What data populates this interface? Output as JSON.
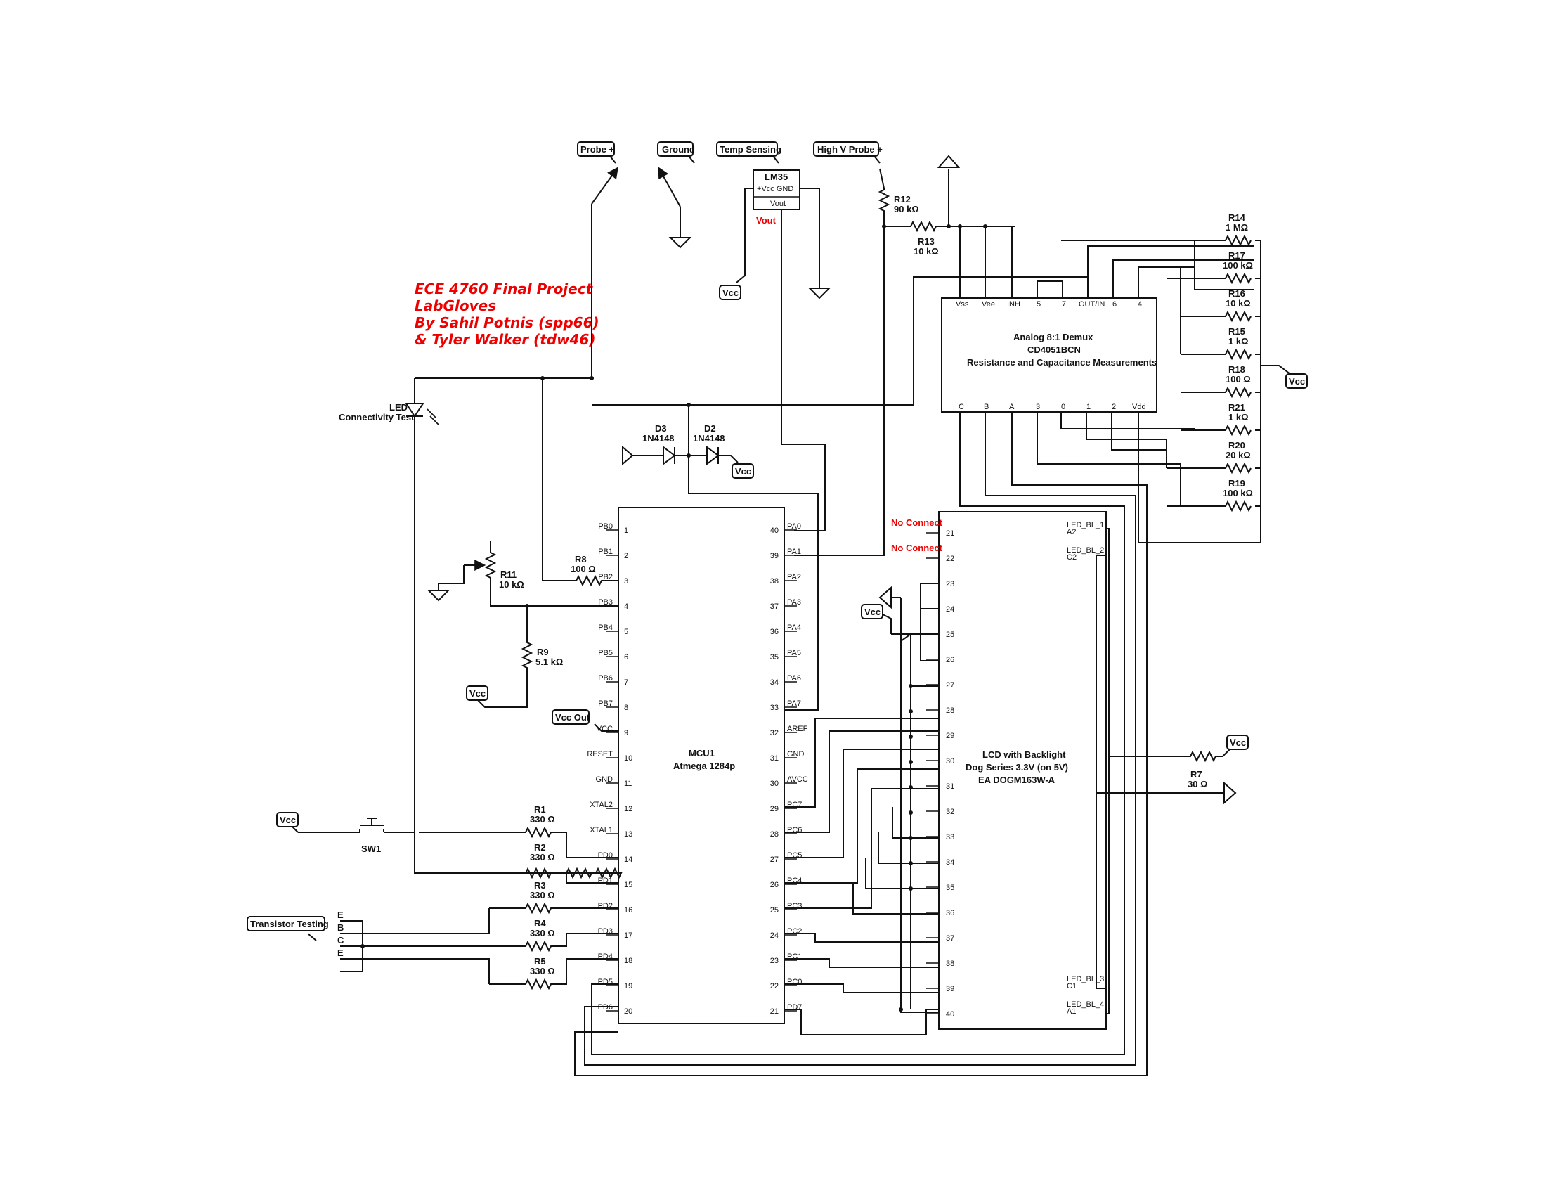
{
  "title": {
    "lines": [
      "ECE 4760 Final Project",
      "LabGloves",
      "By Sahil Potnis (spp66)",
      "& Tyler Walker (tdw46)"
    ]
  },
  "tags": {
    "probe_plus": "Probe +",
    "ground": "Ground",
    "temp_sensing": "Temp Sensing",
    "high_v_probe": "High V Probe +",
    "vcc": "Vcc",
    "vcc_out": "Vcc Out",
    "transistor_testing": "Transistor Testing"
  },
  "lm35": {
    "name": "LM35",
    "pins": "+Vcc  GND",
    "vout": "Vout",
    "vout_label": "Vout"
  },
  "mcu": {
    "name": "MCU1",
    "part": "Atmega 1284p",
    "left_pins": [
      {
        "name": "PB0",
        "num": "1"
      },
      {
        "name": "PB1",
        "num": "2"
      },
      {
        "name": "PB2",
        "num": "3"
      },
      {
        "name": "PB3",
        "num": "4"
      },
      {
        "name": "PB4",
        "num": "5"
      },
      {
        "name": "PB5",
        "num": "6"
      },
      {
        "name": "PB6",
        "num": "7"
      },
      {
        "name": "PB7",
        "num": "8"
      },
      {
        "name": "VCC",
        "num": "9"
      },
      {
        "name": "RESET",
        "num": "10"
      },
      {
        "name": "GND",
        "num": "11"
      },
      {
        "name": "XTAL2",
        "num": "12"
      },
      {
        "name": "XTAL1",
        "num": "13"
      },
      {
        "name": "PD0",
        "num": "14"
      },
      {
        "name": "PD1",
        "num": "15"
      },
      {
        "name": "PD2",
        "num": "16"
      },
      {
        "name": "PD3",
        "num": "17"
      },
      {
        "name": "PD4",
        "num": "18"
      },
      {
        "name": "PD5",
        "num": "19"
      },
      {
        "name": "PD6",
        "num": "20"
      }
    ],
    "right_pins": [
      {
        "name": "PA0",
        "num": "40"
      },
      {
        "name": "PA1",
        "num": "39"
      },
      {
        "name": "PA2",
        "num": "38"
      },
      {
        "name": "PA3",
        "num": "37"
      },
      {
        "name": "PA4",
        "num": "36"
      },
      {
        "name": "PA5",
        "num": "35"
      },
      {
        "name": "PA6",
        "num": "34"
      },
      {
        "name": "PA7",
        "num": "33"
      },
      {
        "name": "AREF",
        "num": "32"
      },
      {
        "name": "GND",
        "num": "31"
      },
      {
        "name": "AVCC",
        "num": "30"
      },
      {
        "name": "PC7",
        "num": "29"
      },
      {
        "name": "PC6",
        "num": "28"
      },
      {
        "name": "PC5",
        "num": "27"
      },
      {
        "name": "PC4",
        "num": "26"
      },
      {
        "name": "PC3",
        "num": "25"
      },
      {
        "name": "PC2",
        "num": "24"
      },
      {
        "name": "PC1",
        "num": "23"
      },
      {
        "name": "PC0",
        "num": "22"
      },
      {
        "name": "PD7",
        "num": "21"
      }
    ]
  },
  "demux": {
    "title": "Analog 8:1 Demux",
    "part": "CD4051BCN",
    "desc": "Resistance and Capacitance Measurements",
    "top_pins": [
      "Vss",
      "Vee",
      "INH",
      "5",
      "7",
      "OUT/IN",
      "6",
      "4"
    ],
    "bottom_pins": [
      "C",
      "B",
      "A",
      "3",
      "0",
      "1",
      "2",
      "Vdd"
    ]
  },
  "lcd": {
    "title": "LCD with Backlight",
    "subtitle": "Dog Series 3.3V (on 5V)",
    "part": "EA DOGM163W-A",
    "left_pins": [
      "21",
      "22",
      "23",
      "24",
      "25",
      "26",
      "27",
      "28",
      "29",
      "30",
      "31",
      "32",
      "33",
      "34",
      "35",
      "36",
      "37",
      "38",
      "39",
      "40"
    ],
    "right_pins": [
      {
        "name": "LED_BL_1",
        "sub": "A2"
      },
      {
        "name": "LED_BL_2",
        "sub": "C2"
      },
      {
        "name": "LED_BL_3",
        "sub": "C1"
      },
      {
        "name": "LED_BL_4",
        "sub": "A1"
      }
    ],
    "no_connect": "No Connect"
  },
  "resistors": {
    "R1": {
      "name": "R1",
      "value": "330 Ω"
    },
    "R2": {
      "name": "R2",
      "value": "330 Ω"
    },
    "R3": {
      "name": "R3",
      "value": "330 Ω"
    },
    "R4": {
      "name": "R4",
      "value": "330 Ω"
    },
    "R5": {
      "name": "R5",
      "value": "330 Ω"
    },
    "R7": {
      "name": "R7",
      "value": "30 Ω"
    },
    "R8": {
      "name": "R8",
      "value": "100 Ω"
    },
    "R9": {
      "name": "R9",
      "value": "5.1 kΩ"
    },
    "R11": {
      "name": "R11",
      "value": "10 kΩ"
    },
    "R12": {
      "name": "R12",
      "value": "90 kΩ"
    },
    "R13": {
      "name": "R13",
      "value": "10 kΩ"
    },
    "R14": {
      "name": "R14",
      "value": "1 MΩ"
    },
    "R17": {
      "name": "R17",
      "value": "100 kΩ"
    },
    "R16": {
      "name": "R16",
      "value": "10 kΩ"
    },
    "R15": {
      "name": "R15",
      "value": "1 kΩ"
    },
    "R18": {
      "name": "R18",
      "value": "100 Ω"
    },
    "R21": {
      "name": "R21",
      "value": "1 kΩ"
    },
    "R20": {
      "name": "R20",
      "value": "20 kΩ"
    },
    "R19": {
      "name": "R19",
      "value": "100 kΩ"
    }
  },
  "diodes": {
    "D3": {
      "name": "D3",
      "part": "1N4148"
    },
    "D2": {
      "name": "D2",
      "part": "1N4148"
    }
  },
  "led": {
    "name": "LED",
    "desc": "Connectivity Test"
  },
  "switch": {
    "name": "SW1"
  },
  "transistor_pins": [
    {
      "label": "E",
      "color": "#e00000"
    },
    {
      "label": "B",
      "color": "#0000e0"
    },
    {
      "label": "C",
      "color": "#008000"
    },
    {
      "label": "E",
      "color": "#e00000"
    }
  ]
}
